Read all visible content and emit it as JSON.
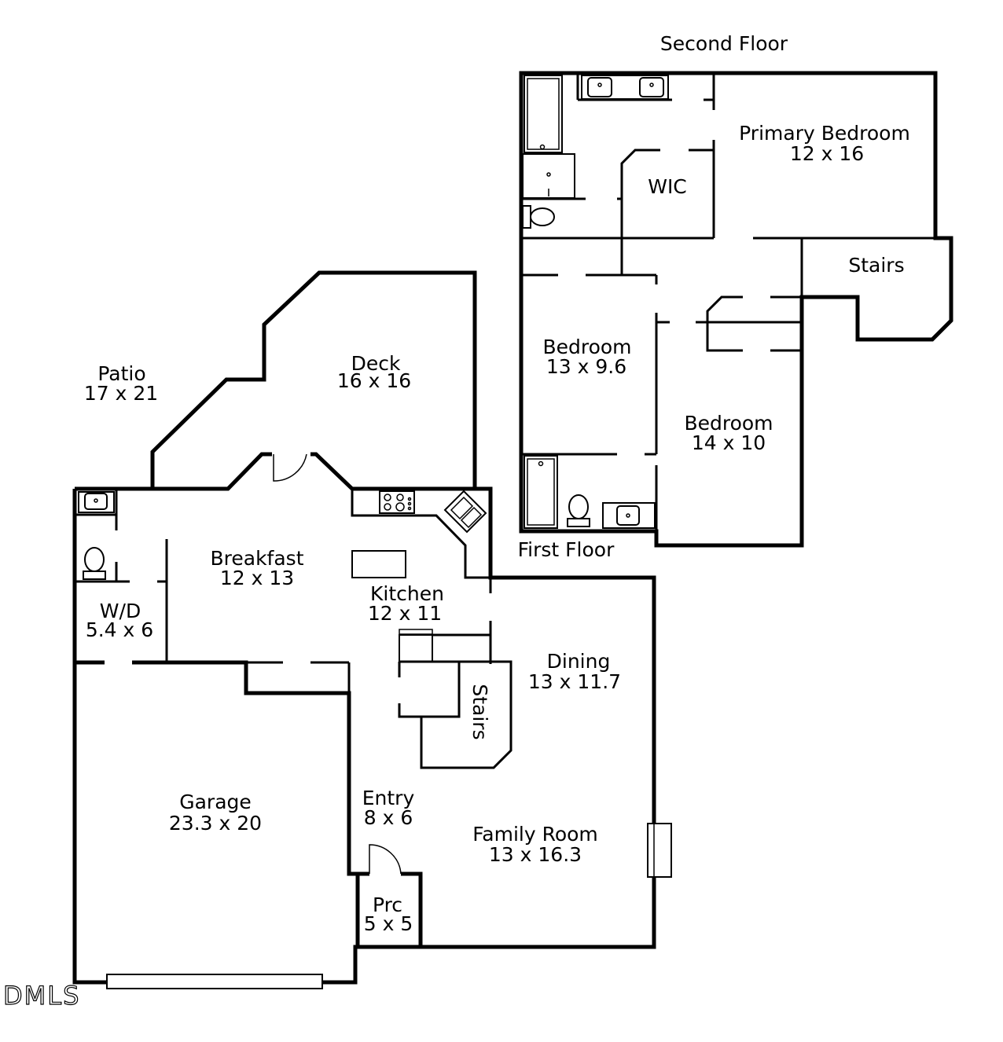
{
  "floors": {
    "second_floor_title": "Second Floor",
    "first_floor_title": "First Floor"
  },
  "rooms": {
    "primary_bedroom": {
      "name": "Primary Bedroom",
      "size": "12 x 16"
    },
    "wic": {
      "name": "WIC"
    },
    "stairs_upper": {
      "name": "Stairs"
    },
    "bedroom_2": {
      "name": "Bedroom",
      "size": "13 x 9.6"
    },
    "bedroom_3": {
      "name": "Bedroom",
      "size": "14 x 10"
    },
    "patio": {
      "name": "Patio",
      "size": "17 x 21"
    },
    "deck": {
      "name": "Deck",
      "size": "16 x 16"
    },
    "breakfast": {
      "name": "Breakfast",
      "size": "12 x 13"
    },
    "kitchen": {
      "name": "Kitchen",
      "size": "12 x 11"
    },
    "wd": {
      "name": "W/D",
      "size": "5.4 x 6"
    },
    "dining": {
      "name": "Dining",
      "size": "13 x 11.7"
    },
    "stairs_lower": {
      "name": "Stairs"
    },
    "garage": {
      "name": "Garage",
      "size": "23.3 x 20"
    },
    "entry": {
      "name": "Entry",
      "size": "8 x 6"
    },
    "family_room": {
      "name": "Family Room",
      "size": "13 x 16.3"
    },
    "porch": {
      "name": "Prc",
      "size": "5 x 5"
    }
  },
  "watermark": {
    "text": "DMLS"
  }
}
